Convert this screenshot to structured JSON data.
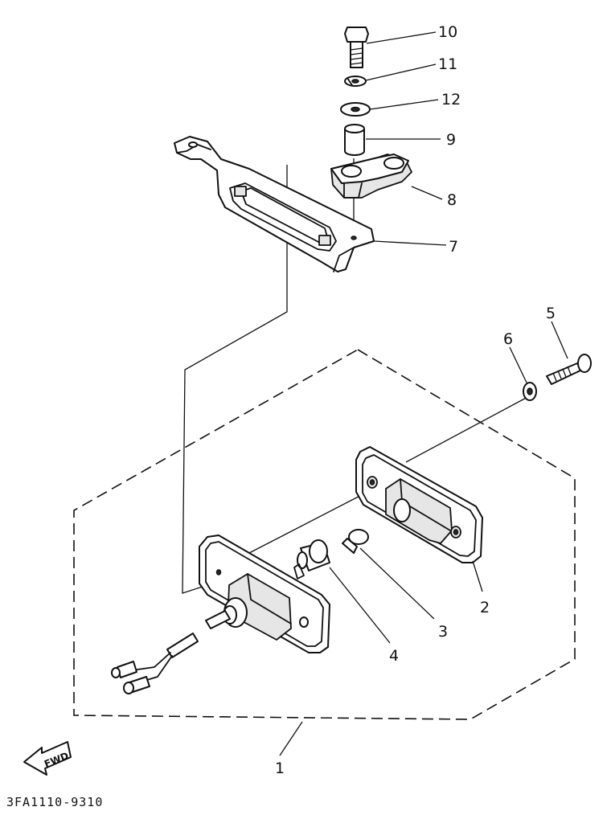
{
  "diagram": {
    "callouts": [
      {
        "id": "1",
        "text": "1"
      },
      {
        "id": "2",
        "text": "2"
      },
      {
        "id": "3",
        "text": "3"
      },
      {
        "id": "4",
        "text": "4"
      },
      {
        "id": "5",
        "text": "5"
      },
      {
        "id": "6",
        "text": "6"
      },
      {
        "id": "7",
        "text": "7"
      },
      {
        "id": "8",
        "text": "8"
      },
      {
        "id": "9",
        "text": "9"
      },
      {
        "id": "10",
        "text": "10"
      },
      {
        "id": "11",
        "text": "11"
      },
      {
        "id": "12",
        "text": "12"
      }
    ],
    "fwd_label": "FWD",
    "drawing_code": "3FA1110-9310"
  }
}
